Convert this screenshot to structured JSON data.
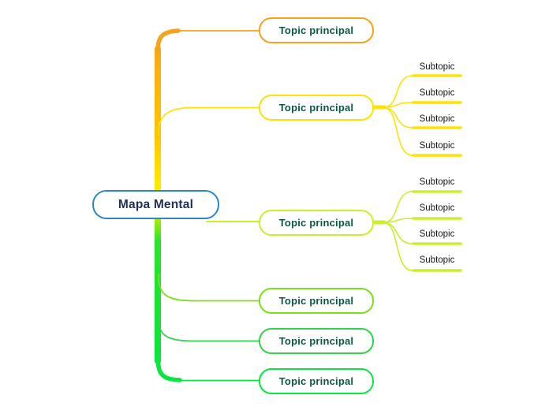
{
  "title": "Mapa Mental",
  "colors": {
    "background": "#ffffff",
    "root_border": "#2E86C1",
    "root_text": "#1F3056",
    "topic_text": "#0E5741",
    "subtopic_text": "#141414",
    "trunk_stops": [
      "#F5A31B",
      "#FFC400",
      "#FFE800",
      "#CCF000",
      "#2AE32A",
      "#00E63C"
    ]
  },
  "root": {
    "label": "Mapa Mental"
  },
  "topics": [
    {
      "label": "Topic principal",
      "color": "#F5A31B",
      "subtopics": []
    },
    {
      "label": "Topic principal",
      "color": "#FFE205",
      "subtopics": [
        "Subtopic",
        "Subtopic",
        "Subtopic",
        "Subtopic"
      ]
    },
    {
      "label": "Topic principal",
      "color": "#C9F02C",
      "subtopics": [
        "Subtopic",
        "Subtopic",
        "Subtopic",
        "Subtopic"
      ]
    },
    {
      "label": "Topic principal",
      "color": "#7DDE1C",
      "subtopics": []
    },
    {
      "label": "Topic principal",
      "color": "#32D24B",
      "subtopics": []
    },
    {
      "label": "Topic principal",
      "color": "#0BE541",
      "subtopics": []
    }
  ]
}
